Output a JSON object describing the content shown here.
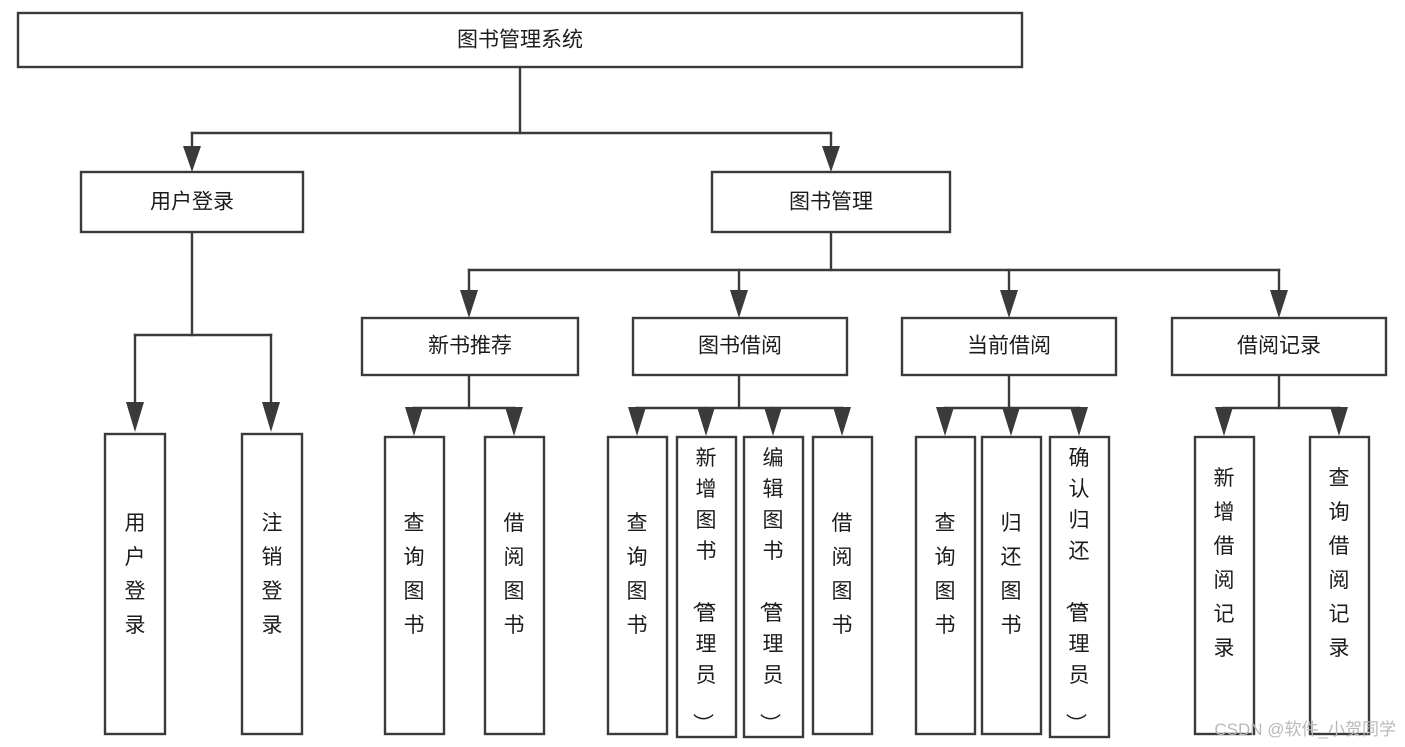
{
  "diagram": {
    "kind": "function-structure-tree",
    "title": "图书管理系统",
    "orientation": "top-down",
    "colors": {
      "stroke": "#3a3a3a",
      "box_fill": "#ffffff",
      "text": "#1c1c1c",
      "background": "#ffffff",
      "watermark": "#b9b9b9"
    },
    "levels": {
      "root": "图书管理系统",
      "level2": [
        "用户登录",
        "图书管理"
      ],
      "level3": [
        "新书推荐",
        "图书借阅",
        "当前借阅",
        "借阅记录"
      ]
    }
  },
  "nodes": {
    "root": {
      "label": "图书管理系统",
      "level": 1,
      "orientation": "horizontal"
    },
    "user_login": {
      "label": "用户登录",
      "level": 2,
      "orientation": "horizontal"
    },
    "book_manage": {
      "label": "图书管理",
      "level": 2,
      "orientation": "horizontal"
    },
    "new_book_rec": {
      "label": "新书推荐",
      "level": 3,
      "orientation": "horizontal"
    },
    "book_borrow": {
      "label": "图书借阅",
      "level": 3,
      "orientation": "horizontal"
    },
    "current_borrow": {
      "label": "当前借阅",
      "level": 3,
      "orientation": "horizontal"
    },
    "borrow_record": {
      "label": "借阅记录",
      "level": 3,
      "orientation": "horizontal"
    },
    "leaf_user_login": {
      "label": "用户登录",
      "level": 4,
      "orientation": "vertical",
      "chars": [
        "用",
        "户",
        "登",
        "录"
      ]
    },
    "leaf_logout": {
      "label": "注销登录",
      "level": 4,
      "orientation": "vertical",
      "chars": [
        "注",
        "销",
        "登",
        "录"
      ]
    },
    "leaf_query_book_a": {
      "label": "查询图书",
      "level": 4,
      "orientation": "vertical",
      "chars": [
        "查",
        "询",
        "图",
        "书"
      ]
    },
    "leaf_borrow_book_a": {
      "label": "借阅图书",
      "level": 4,
      "orientation": "vertical",
      "chars": [
        "借",
        "阅",
        "图",
        "书"
      ]
    },
    "leaf_query_book_b": {
      "label": "查询图书",
      "level": 4,
      "orientation": "vertical",
      "chars": [
        "查",
        "询",
        "图",
        "书"
      ]
    },
    "leaf_add_book": {
      "label": "新增图书（管理员）",
      "level": 4,
      "orientation": "vertical",
      "chars": [
        "新",
        "增",
        "图",
        "书",
        "（",
        "管",
        "理",
        "员",
        "）"
      ]
    },
    "leaf_edit_book": {
      "label": "编辑图书（管理员）",
      "level": 4,
      "orientation": "vertical",
      "chars": [
        "编",
        "辑",
        "图",
        "书",
        "（",
        "管",
        "理",
        "员",
        "）"
      ]
    },
    "leaf_borrow_book_b": {
      "label": "借阅图书",
      "level": 4,
      "orientation": "vertical",
      "chars": [
        "借",
        "阅",
        "图",
        "书"
      ]
    },
    "leaf_query_book_c": {
      "label": "查询图书",
      "level": 4,
      "orientation": "vertical",
      "chars": [
        "查",
        "询",
        "图",
        "书"
      ]
    },
    "leaf_return_book": {
      "label": "归还图书",
      "level": 4,
      "orientation": "vertical",
      "chars": [
        "归",
        "还",
        "图",
        "书"
      ]
    },
    "leaf_confirm_return": {
      "label": "确认归还（管理员）",
      "level": 4,
      "orientation": "vertical",
      "chars": [
        "确",
        "认",
        "归",
        "还",
        "（",
        "管",
        "理",
        "员",
        "）"
      ]
    },
    "leaf_add_record": {
      "label": "新增借阅记录",
      "level": 4,
      "orientation": "vertical",
      "chars": [
        "新",
        "增",
        "借",
        "阅",
        "记",
        "录"
      ]
    },
    "leaf_query_record": {
      "label": "查询借阅记录",
      "level": 4,
      "orientation": "vertical",
      "chars": [
        "查",
        "询",
        "借",
        "阅",
        "记",
        "录"
      ]
    }
  },
  "edges": [
    {
      "from": "root",
      "to": "user_login"
    },
    {
      "from": "root",
      "to": "book_manage"
    },
    {
      "from": "user_login",
      "to": "leaf_user_login"
    },
    {
      "from": "user_login",
      "to": "leaf_logout"
    },
    {
      "from": "book_manage",
      "to": "new_book_rec"
    },
    {
      "from": "book_manage",
      "to": "book_borrow"
    },
    {
      "from": "book_manage",
      "to": "current_borrow"
    },
    {
      "from": "book_manage",
      "to": "borrow_record"
    },
    {
      "from": "new_book_rec",
      "to": "leaf_query_book_a"
    },
    {
      "from": "new_book_rec",
      "to": "leaf_borrow_book_a"
    },
    {
      "from": "book_borrow",
      "to": "leaf_query_book_b"
    },
    {
      "from": "book_borrow",
      "to": "leaf_add_book"
    },
    {
      "from": "book_borrow",
      "to": "leaf_edit_book"
    },
    {
      "from": "book_borrow",
      "to": "leaf_borrow_book_b"
    },
    {
      "from": "current_borrow",
      "to": "leaf_query_book_c"
    },
    {
      "from": "current_borrow",
      "to": "leaf_return_book"
    },
    {
      "from": "current_borrow",
      "to": "leaf_confirm_return"
    },
    {
      "from": "borrow_record",
      "to": "leaf_add_record"
    },
    {
      "from": "borrow_record",
      "to": "leaf_query_record"
    }
  ],
  "watermark": {
    "text": "CSDN @软件_小贺同学"
  }
}
